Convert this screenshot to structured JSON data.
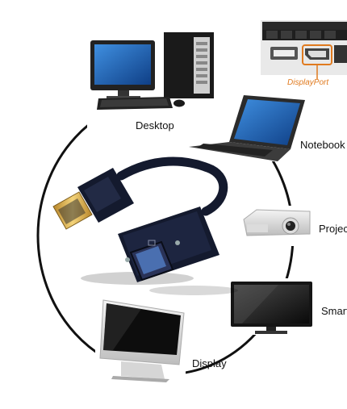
{
  "labels": {
    "desktop": "Desktop",
    "notebook": "Notebook",
    "projector": "Projector",
    "smart": "Smart",
    "display": "Display",
    "displayport": "DisplayPort"
  },
  "colors": {
    "cable": "#141a2e",
    "ring": "#111111",
    "accent": "#e07a1f",
    "screen": "#1e5fb0"
  },
  "icons": [
    "desktop-computer-icon",
    "laptop-icon",
    "projector-icon",
    "monitor-icon",
    "imac-icon",
    "displayport-adapter-icon",
    "port-closeup-icon"
  ]
}
